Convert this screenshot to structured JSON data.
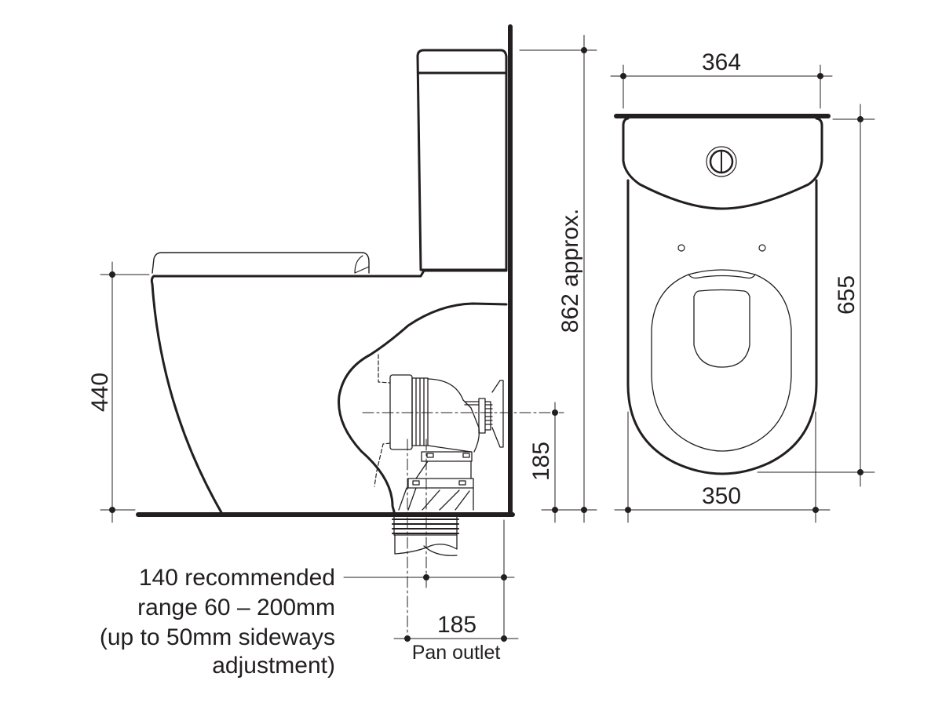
{
  "diagram": {
    "type": "technical-dimension-drawing",
    "subject": "close-coupled toilet suite, side and top views",
    "colors": {
      "line": "#231f20",
      "background": "#ffffff"
    }
  },
  "side_view": {
    "dimensions": {
      "seat_height": "440",
      "overall_height": "862 approx.",
      "inlet_height": "185"
    },
    "notes": {
      "line1": "140 recommended",
      "line2": "range 60 – 200mm",
      "line3": "(up to 50mm sideways",
      "line4": "adjustment)"
    },
    "outlet": {
      "dimension": "185",
      "label": "Pan outlet"
    }
  },
  "top_view": {
    "dimensions": {
      "cistern_width": "364",
      "pan_width": "350",
      "overall_depth": "655"
    }
  }
}
